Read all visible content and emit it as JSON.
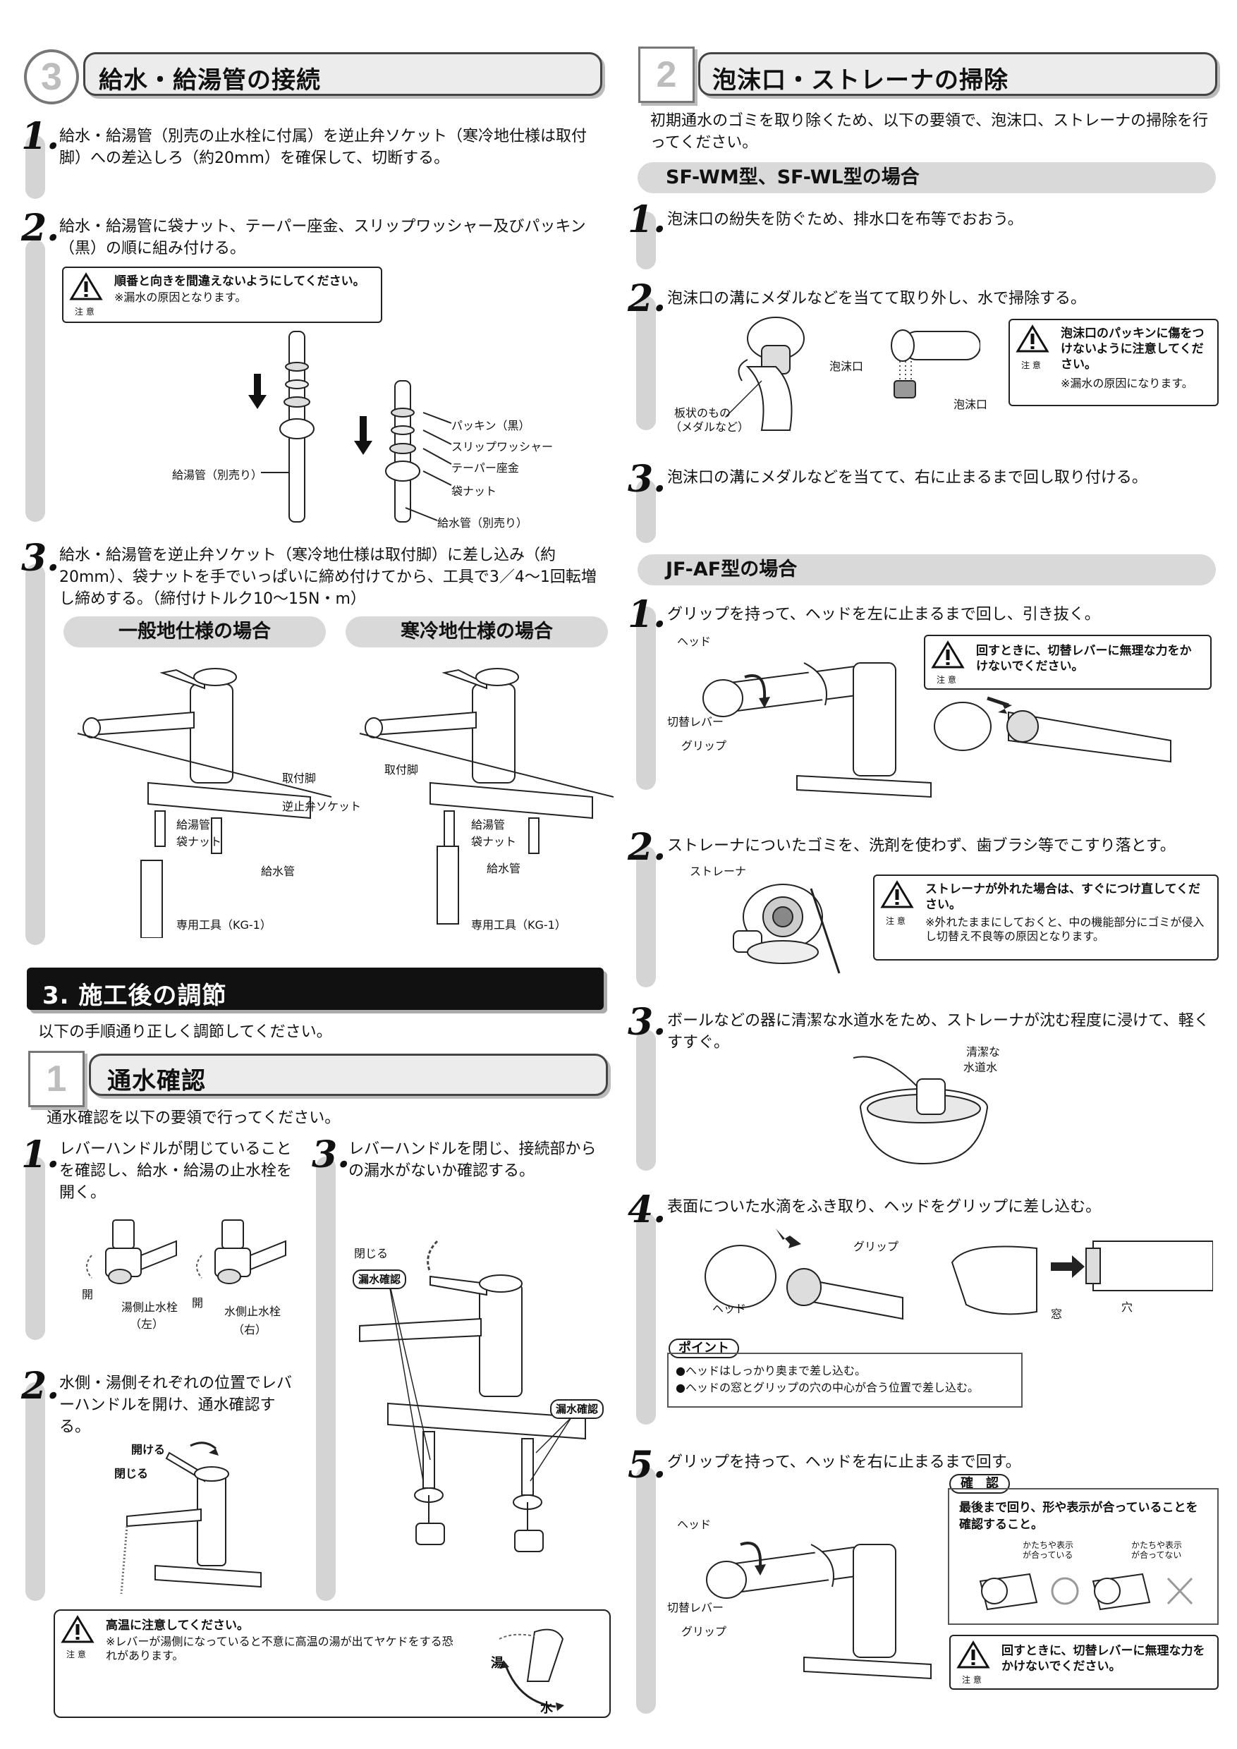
{
  "left": {
    "section3": {
      "num": "3",
      "title": "給水・給湯管の接続",
      "step1": {
        "num": "1.",
        "text": "給水・給湯管（別売の止水栓に付属）を逆止弁ソケット（寒冷地仕様は取付脚）への差込しろ（約20mm）を確保して、切断する。"
      },
      "step2": {
        "num": "2.",
        "text": "給水・給湯管に袋ナット、テーパー座金、スリップワッシャー及びパッキン（黒）の順に組み付ける。",
        "caution_title": "順番と向きを間違えないようにしてください。",
        "caution_note": "※漏水の原因となります。",
        "caution_word": "注 意",
        "labels": {
          "hot_pipe": "給湯管（別売り）",
          "packing": "パッキン（黒）",
          "slip": "スリップワッシャー",
          "taper": "テーパー座金",
          "nut": "袋ナット",
          "cold_pipe": "給水管（別売り）"
        }
      },
      "step3": {
        "num": "3.",
        "text": "給水・給湯管を逆止弁ソケット（寒冷地仕様は取付脚）に差し込み（約20mm）、袋ナットを手でいっぱいに締め付けてから、工具で3／4〜1回転増し締めする。（締付けトルク10〜15N・m）",
        "pill_general": "一般地仕様の場合",
        "pill_cold": "寒冷地仕様の場合",
        "labels_general": {
          "leg": "取付脚",
          "check": "逆止弁ソケット",
          "hot": "給湯管",
          "nut": "袋ナット",
          "cold": "給水管",
          "tool": "専用工具（KG-1）"
        },
        "labels_cold": {
          "leg": "取付脚",
          "hot": "給湯管",
          "nut": "袋ナット",
          "cold": "給水管",
          "tool": "専用工具（KG-1）"
        }
      }
    },
    "adjust": {
      "title": "3. 施工後の調節",
      "intro": "以下の手順通り正しく調節してください。",
      "sub1": {
        "num": "1",
        "title": "通水確認",
        "intro": "通水確認を以下の要領で行ってください。"
      },
      "stepA": {
        "num": "1.",
        "text": "レバーハンドルが閉じていることを確認し、給水・給湯の止水栓を開く。",
        "open": "開",
        "hot_valve": "湯側止水栓",
        "hot_side": "（左）",
        "cold_valve": "水側止水栓",
        "cold_side": "（右）"
      },
      "stepB": {
        "num": "2.",
        "text": "水側・湯側それぞれの位置でレバーハンドルを開け、通水確認する。",
        "open": "開ける",
        "close": "閉じる"
      },
      "stepC": {
        "num": "3.",
        "text": "レバーハンドルを閉じ、接続部からの漏水がないか確認する。",
        "close": "閉じる",
        "leak": "漏水確認"
      },
      "caution": {
        "title": "高温に注意してください。",
        "body": "※レバーが湯側になっていると不意に高温の湯が出てヤケドをする恐れがあります。",
        "word": "注 意",
        "hot": "湯",
        "cold": "水"
      }
    }
  },
  "right": {
    "section2": {
      "num": "2",
      "title": "泡沫口・ストレーナの掃除",
      "intro": "初期通水のゴミを取り除くため、以下の要領で、泡沫口、ストレーナの掃除を行ってください。",
      "sfwm": {
        "pill": "SF-WM型、SF-WL型の場合",
        "s1": {
          "num": "1.",
          "text": "泡沫口の紛失を防ぐため、排水口を布等でおおう。"
        },
        "s2": {
          "num": "2.",
          "text": "泡沫口の溝にメダルなどを当てて取り外し、水で掃除する。",
          "aerator": "泡沫口",
          "plate": "板状のもの",
          "medal": "（メダルなど）",
          "aerator2": "泡沫口",
          "caution_title": "泡沫口のパッキンに傷をつけないように注意してください。",
          "caution_note": "※漏水の原因になります。",
          "word": "注 意"
        },
        "s3": {
          "num": "3.",
          "text": "泡沫口の溝にメダルなどを当てて、右に止まるまで回し取り付ける。"
        }
      },
      "jfaf": {
        "pill": "JF-AF型の場合",
        "s1": {
          "num": "1.",
          "text": "グリップを持って、ヘッドを左に止まるまで回し、引き抜く。",
          "head": "ヘッド",
          "lever": "切替レバー",
          "grip": "グリップ",
          "caution_title": "回すときに、切替レバーに無理な力をかけないでください。",
          "word": "注 意"
        },
        "s2": {
          "num": "2.",
          "text": "ストレーナについたゴミを、洗剤を使わず、歯ブラシ等でこすり落とす。",
          "strainer": "ストレーナ",
          "caution_title": "ストレーナが外れた場合は、すぐにつけ直してください。",
          "caution_note": "※外れたままにしておくと、中の機能部分にゴミが侵入し切替え不良等の原因となります。",
          "word": "注 意"
        },
        "s3": {
          "num": "3.",
          "text": "ボールなどの器に清潔な水道水をため、ストレーナが沈む程度に浸けて、軽くすすぐ。",
          "clean1": "清潔な",
          "clean2": "水道水"
        },
        "s4": {
          "num": "4.",
          "text": "表面についた水滴をふき取り、ヘッドをグリップに差し込む。",
          "grip": "グリップ",
          "head": "ヘッド",
          "window": "窓",
          "hole": "穴",
          "point": "ポイント",
          "p1": "●ヘッドはしっかり奥まで差し込む。",
          "p2": "●ヘッドの窓とグリップの穴の中心が合う位置で差し込む。"
        },
        "s5": {
          "num": "5.",
          "text": "グリップを持って、ヘッドを右に止まるまで回す。",
          "head": "ヘッド",
          "lever": "切替レバー",
          "grip": "グリップ",
          "confirm": "確　認",
          "confirm_text": "最後まで回り、形や表示が合っていることを確認すること。",
          "ok1": "かたちや表示",
          "ok2": "が合っている",
          "ng1": "かたちや表示",
          "ng2": "が合ってない",
          "caution_title": "回すときに、切替レバーに無理な力をかけないでください。",
          "word": "注 意"
        }
      }
    }
  }
}
